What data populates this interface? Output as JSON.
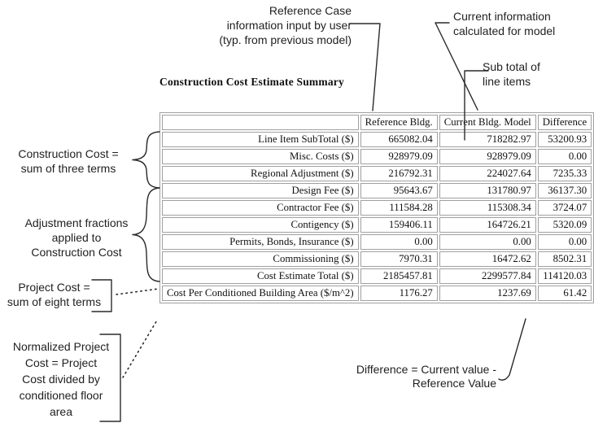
{
  "title": "Construction Cost Estimate Summary",
  "table": {
    "columns": [
      "",
      "Reference Bldg.",
      "Current Bldg. Model",
      "Difference"
    ],
    "rows": [
      [
        "Line Item SubTotal ($)",
        "665082.04",
        "718282.97",
        "53200.93"
      ],
      [
        "Misc. Costs ($)",
        "928979.09",
        "928979.09",
        "0.00"
      ],
      [
        "Regional Adjustment ($)",
        "216792.31",
        "224027.64",
        "7235.33"
      ],
      [
        "Design Fee ($)",
        "95643.67",
        "131780.97",
        "36137.30"
      ],
      [
        "Contractor Fee ($)",
        "111584.28",
        "115308.34",
        "3724.07"
      ],
      [
        "Contigency ($)",
        "159406.11",
        "164726.21",
        "5320.09"
      ],
      [
        "Permits, Bonds, Insurance ($)",
        "0.00",
        "0.00",
        "0.00"
      ],
      [
        "Commissioning ($)",
        "7970.31",
        "16472.62",
        "8502.31"
      ],
      [
        "Cost Estimate Total ($)",
        "2185457.81",
        "2299577.84",
        "114120.03"
      ],
      [
        "Cost Per Conditioned Building Area ($/m^2)",
        "1176.27",
        "1237.69",
        "61.42"
      ]
    ]
  },
  "annotations": {
    "reference_case": "Reference Case\ninformation input by user\n(typ. from previous model)",
    "current_info": "Current information\ncalculated for model",
    "subtotal": "Sub total of\nline items",
    "construction_cost": "Construction Cost =\nsum of three terms",
    "adjustment": "Adjustment fractions\napplied to\nConstruction Cost",
    "project_cost": "Project Cost =\nsum of eight terms",
    "normalized": "Normalized Project\nCost = Project\nCost divided by\nconditioned floor\narea",
    "difference": "Difference = Current value -\nReference Value"
  },
  "colors": {
    "table_border": "#a0a0a0",
    "annotation_line": "#2a2a2a",
    "text": "#111111"
  }
}
